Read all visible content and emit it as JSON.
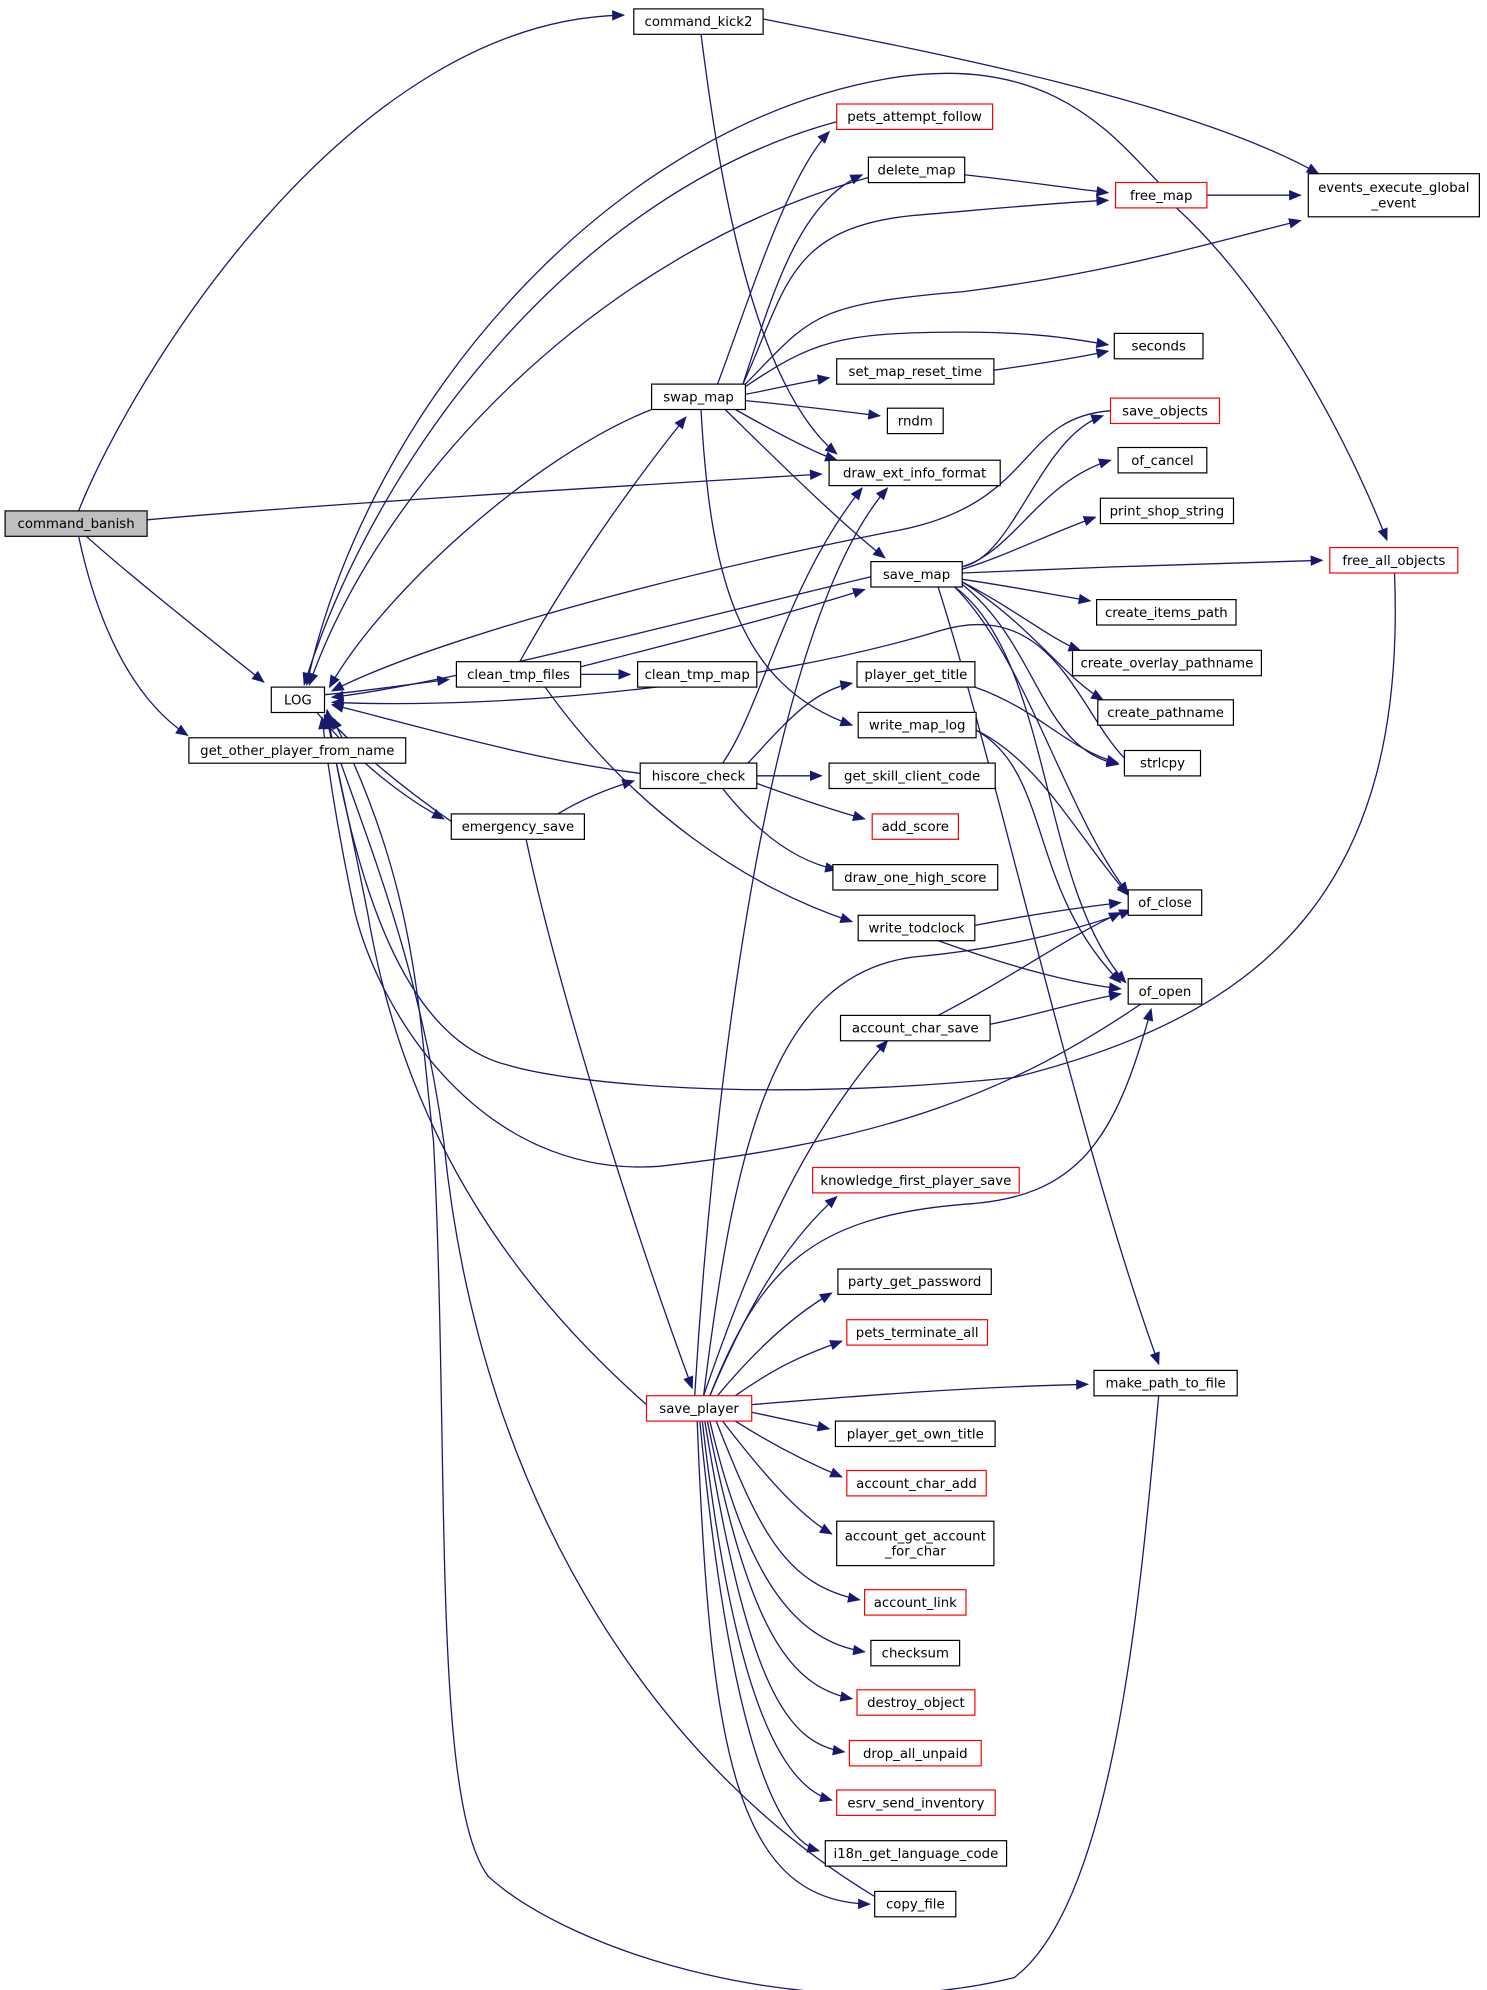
{
  "graph": {
    "colors": {
      "edge": "#191970",
      "node_border": "#000000",
      "node_border_link": "#ff0000",
      "root_fill": "#bfbfbf"
    },
    "nodes": {
      "command_banish": {
        "label": "command_banish",
        "style": "root"
      },
      "command_kick2": {
        "label": "command_kick2",
        "style": "normal"
      },
      "LOG": {
        "label": "LOG",
        "style": "normal"
      },
      "get_other_player_from_name": {
        "label": "get_other_player_from_name",
        "style": "normal"
      },
      "pets_attempt_follow": {
        "label": "pets_attempt_follow",
        "style": "red"
      },
      "delete_map": {
        "label": "delete_map",
        "style": "normal"
      },
      "free_map": {
        "label": "free_map",
        "style": "red"
      },
      "events_execute_global_event": {
        "label": [
          "events_execute_global",
          "_event"
        ],
        "style": "normal"
      },
      "seconds": {
        "label": "seconds",
        "style": "normal"
      },
      "swap_map": {
        "label": "swap_map",
        "style": "normal"
      },
      "set_map_reset_time": {
        "label": "set_map_reset_time",
        "style": "normal"
      },
      "rndm": {
        "label": "rndm",
        "style": "normal"
      },
      "save_objects": {
        "label": "save_objects",
        "style": "red"
      },
      "draw_ext_info_format": {
        "label": "draw_ext_info_format",
        "style": "normal"
      },
      "of_cancel": {
        "label": "of_cancel",
        "style": "normal"
      },
      "print_shop_string": {
        "label": "print_shop_string",
        "style": "normal"
      },
      "save_map": {
        "label": "save_map",
        "style": "normal"
      },
      "free_all_objects": {
        "label": "free_all_objects",
        "style": "red"
      },
      "create_items_path": {
        "label": "create_items_path",
        "style": "normal"
      },
      "create_overlay_pathname": {
        "label": "create_overlay_pathname",
        "style": "normal"
      },
      "clean_tmp_files": {
        "label": "clean_tmp_files",
        "style": "normal"
      },
      "clean_tmp_map": {
        "label": "clean_tmp_map",
        "style": "normal"
      },
      "player_get_title": {
        "label": "player_get_title",
        "style": "normal"
      },
      "create_pathname": {
        "label": "create_pathname",
        "style": "normal"
      },
      "write_map_log": {
        "label": "write_map_log",
        "style": "normal"
      },
      "strlcpy": {
        "label": "strlcpy",
        "style": "normal"
      },
      "hiscore_check": {
        "label": "hiscore_check",
        "style": "normal"
      },
      "get_skill_client_code": {
        "label": "get_skill_client_code",
        "style": "normal"
      },
      "emergency_save": {
        "label": "emergency_save",
        "style": "normal"
      },
      "add_score": {
        "label": "add_score",
        "style": "red"
      },
      "draw_one_high_score": {
        "label": "draw_one_high_score",
        "style": "normal"
      },
      "of_close": {
        "label": "of_close",
        "style": "normal"
      },
      "write_todclock": {
        "label": "write_todclock",
        "style": "normal"
      },
      "of_open": {
        "label": "of_open",
        "style": "normal"
      },
      "account_char_save": {
        "label": "account_char_save",
        "style": "normal"
      },
      "knowledge_first_player_save": {
        "label": "knowledge_first_player_save",
        "style": "red"
      },
      "party_get_password": {
        "label": "party_get_password",
        "style": "normal"
      },
      "pets_terminate_all": {
        "label": "pets_terminate_all",
        "style": "red"
      },
      "save_player": {
        "label": "save_player",
        "style": "red"
      },
      "make_path_to_file": {
        "label": "make_path_to_file",
        "style": "normal"
      },
      "player_get_own_title": {
        "label": "player_get_own_title",
        "style": "normal"
      },
      "account_char_add": {
        "label": "account_char_add",
        "style": "red"
      },
      "account_get_account_for_char": {
        "label": [
          "account_get_account",
          "_for_char"
        ],
        "style": "normal"
      },
      "account_link": {
        "label": "account_link",
        "style": "red"
      },
      "checksum": {
        "label": "checksum",
        "style": "normal"
      },
      "destroy_object": {
        "label": "destroy_object",
        "style": "red"
      },
      "drop_all_unpaid": {
        "label": "drop_all_unpaid",
        "style": "red"
      },
      "esrv_send_inventory": {
        "label": "esrv_send_inventory",
        "style": "red"
      },
      "i18n_get_language_code": {
        "label": "i18n_get_language_code",
        "style": "normal"
      },
      "copy_file": {
        "label": "copy_file",
        "style": "normal"
      }
    },
    "edges": [
      [
        "command_banish",
        "command_kick2"
      ],
      [
        "command_banish",
        "LOG"
      ],
      [
        "command_banish",
        "get_other_player_from_name"
      ],
      [
        "command_banish",
        "draw_ext_info_format"
      ],
      [
        "command_kick2",
        "events_execute_global_event"
      ],
      [
        "command_kick2",
        "draw_ext_info_format"
      ],
      [
        "pets_attempt_follow",
        "LOG"
      ],
      [
        "delete_map",
        "free_map"
      ],
      [
        "delete_map",
        "LOG"
      ],
      [
        "free_map",
        "events_execute_global_event"
      ],
      [
        "free_map",
        "LOG"
      ],
      [
        "free_map",
        "free_all_objects"
      ],
      [
        "swap_map",
        "LOG"
      ],
      [
        "swap_map",
        "pets_attempt_follow"
      ],
      [
        "swap_map",
        "delete_map"
      ],
      [
        "swap_map",
        "free_map"
      ],
      [
        "swap_map",
        "events_execute_global_event"
      ],
      [
        "swap_map",
        "seconds"
      ],
      [
        "swap_map",
        "set_map_reset_time"
      ],
      [
        "swap_map",
        "rndm"
      ],
      [
        "swap_map",
        "draw_ext_info_format"
      ],
      [
        "swap_map",
        "save_map"
      ],
      [
        "swap_map",
        "write_map_log"
      ],
      [
        "set_map_reset_time",
        "seconds"
      ],
      [
        "save_map",
        "LOG"
      ],
      [
        "save_map",
        "save_objects"
      ],
      [
        "save_map",
        "of_cancel"
      ],
      [
        "save_map",
        "print_shop_string"
      ],
      [
        "save_map",
        "free_all_objects"
      ],
      [
        "save_map",
        "create_items_path"
      ],
      [
        "save_map",
        "create_overlay_pathname"
      ],
      [
        "save_map",
        "create_pathname"
      ],
      [
        "save_map",
        "strlcpy"
      ],
      [
        "save_map",
        "of_close"
      ],
      [
        "save_map",
        "of_open"
      ],
      [
        "save_map",
        "make_path_to_file"
      ],
      [
        "save_objects",
        "LOG"
      ],
      [
        "free_all_objects",
        "LOG"
      ],
      [
        "clean_tmp_files",
        "swap_map"
      ],
      [
        "clean_tmp_files",
        "clean_tmp_map"
      ],
      [
        "clean_tmp_files",
        "save_map"
      ],
      [
        "clean_tmp_files",
        "write_todclock"
      ],
      [
        "LOG",
        "clean_tmp_files"
      ],
      [
        "LOG",
        "emergency_save"
      ],
      [
        "player_get_title",
        "strlcpy"
      ],
      [
        "write_map_log",
        "of_open"
      ],
      [
        "write_map_log",
        "of_close"
      ],
      [
        "strlcpy",
        "LOG"
      ],
      [
        "hiscore_check",
        "LOG"
      ],
      [
        "hiscore_check",
        "player_get_title"
      ],
      [
        "hiscore_check",
        "get_skill_client_code"
      ],
      [
        "hiscore_check",
        "add_score"
      ],
      [
        "hiscore_check",
        "draw_one_high_score"
      ],
      [
        "hiscore_check",
        "draw_ext_info_format"
      ],
      [
        "emergency_save",
        "LOG"
      ],
      [
        "emergency_save",
        "hiscore_check"
      ],
      [
        "emergency_save",
        "save_player"
      ],
      [
        "write_todclock",
        "of_close"
      ],
      [
        "write_todclock",
        "of_open"
      ],
      [
        "account_char_save",
        "of_open"
      ],
      [
        "account_char_save",
        "of_close"
      ],
      [
        "of_open",
        "LOG"
      ],
      [
        "save_player",
        "LOG"
      ],
      [
        "save_player",
        "draw_ext_info_format"
      ],
      [
        "save_player",
        "account_char_save"
      ],
      [
        "save_player",
        "knowledge_first_player_save"
      ],
      [
        "save_player",
        "party_get_password"
      ],
      [
        "save_player",
        "pets_terminate_all"
      ],
      [
        "save_player",
        "make_path_to_file"
      ],
      [
        "save_player",
        "player_get_own_title"
      ],
      [
        "save_player",
        "account_char_add"
      ],
      [
        "save_player",
        "account_get_account_for_char"
      ],
      [
        "save_player",
        "account_link"
      ],
      [
        "save_player",
        "checksum"
      ],
      [
        "save_player",
        "destroy_object"
      ],
      [
        "save_player",
        "drop_all_unpaid"
      ],
      [
        "save_player",
        "esrv_send_inventory"
      ],
      [
        "save_player",
        "i18n_get_language_code"
      ],
      [
        "save_player",
        "copy_file"
      ],
      [
        "save_player",
        "of_open"
      ],
      [
        "save_player",
        "of_close"
      ],
      [
        "copy_file",
        "LOG"
      ],
      [
        "make_path_to_file",
        "LOG"
      ]
    ]
  }
}
